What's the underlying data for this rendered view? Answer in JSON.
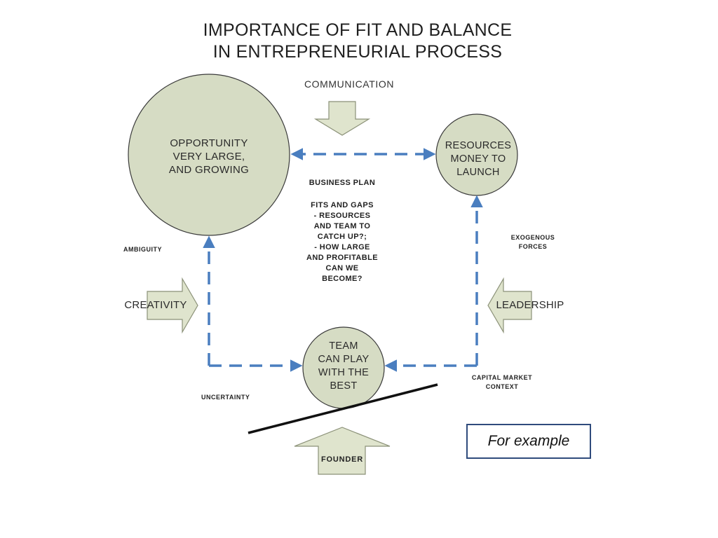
{
  "title": {
    "line1": "IMPORTANCE OF FIT AND BALANCE",
    "line2": "IN ENTREPRENEURIAL PROCESS"
  },
  "communication_label": "COMMUNICATION",
  "opportunity": {
    "line1": "OPPORTUNITY",
    "line2": "VERY LARGE,",
    "line3": "AND GROWING"
  },
  "resources": {
    "line1": "RESOURCES",
    "line2": "MONEY TO",
    "line3": "LAUNCH"
  },
  "team": {
    "line1": "TEAM",
    "line2": "CAN PLAY",
    "line3": "WITH THE",
    "line4": "BEST"
  },
  "business_plan": {
    "heading": "BUSINESS PLAN",
    "lines": [
      "FITS AND GAPS",
      "- RESOURCES",
      "AND TEAM TO",
      "CATCH UP?;",
      "- HOW LARGE",
      "AND PROFITABLE",
      "CAN WE",
      "BECOME?"
    ]
  },
  "ambiguity_label": "AMBIGUITY",
  "uncertainty_label": "UNCERTAINTY",
  "exogenous_label": {
    "line1": "EXOGENOUS",
    "line2": "FORCES"
  },
  "capital_market_label": {
    "line1": "CAPITAL MARKET",
    "line2": "CONTEXT"
  },
  "creativity_label": "CREATIVITY",
  "leadership_label": "LEADERSHIP",
  "founder_label": "FOUNDER",
  "example_box_text": "For example",
  "colors": {
    "circle_fill": "#d6dcc4",
    "circle_stroke": "#3a3a3a",
    "dashed_arrow": "#4a7ebf",
    "block_arrow_fill": "#dfe4cd",
    "block_arrow_stroke": "#8b9178",
    "seesaw": "#111111",
    "example_border": "#2f4b7c"
  }
}
